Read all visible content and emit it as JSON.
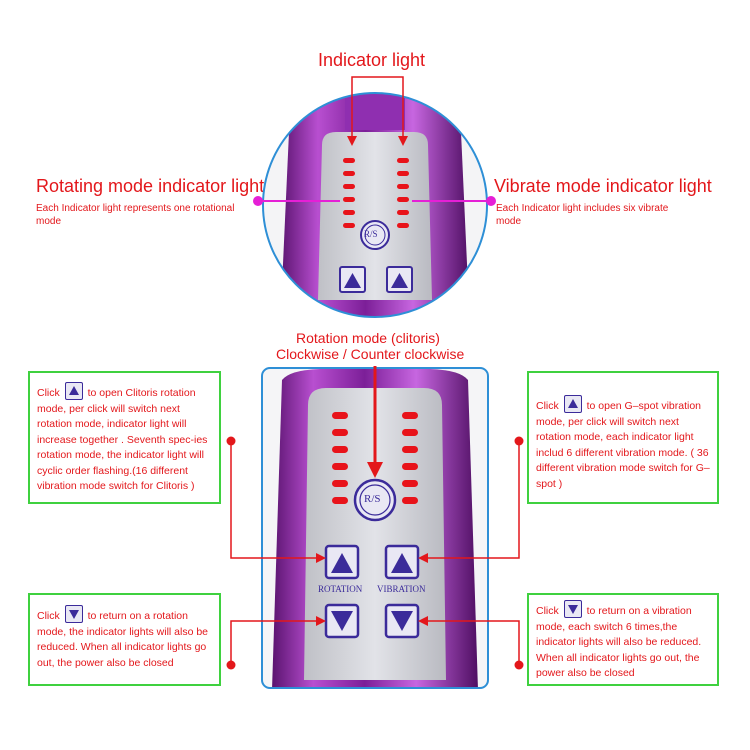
{
  "top": {
    "indicator_light": "Indicator light",
    "rotating_title": "Rotating mode indicator light",
    "rotating_note": "Each Indicator light represents one rotational mode",
    "vibrate_title": "Vibrate mode indicator light",
    "vibrate_note": "Each Indicator light includes six vibrate mode",
    "rs_label": "R/S"
  },
  "middle": {
    "rotation_title_1": "Rotation mode (clitoris)",
    "rotation_title_2": "Clockwise / Counter clockwise",
    "rs_label": "R/S",
    "rotation_label": "ROTATION",
    "vibration_label": "VIBRATION"
  },
  "boxes": {
    "top_left": {
      "pre": "Click",
      "text": "to open Clitoris rotation mode, per click will switch next rotation mode, indicator light will increase together . Seventh spec-ies rotation mode, the indicator light will cyclic order flashing.(16 different vibration mode switch for Clitoris )"
    },
    "top_right": {
      "pre": "Click",
      "text": "to open G–spot vibration mode, per click will switch next rotation mode, each indicator light includ 6 different vibration mode. ( 36 different vibration mode switch for G–spot )"
    },
    "bottom_left": {
      "pre": "Click",
      "text": "to return on a rotation mode, the indicator lights will also be reduced. When all indicator lights go out, the power also be closed"
    },
    "bottom_right": {
      "pre": "Click",
      "text": "to return on a vibration mode, each switch 6 times,the indicator lights will also be reduced. When all indicator lights go out, the power also be closed"
    }
  },
  "colors": {
    "text_red": "#e3171b",
    "box_green": "#3fd13f",
    "frame_blue": "#2e8fd6",
    "purple_body": "#8a2aa8",
    "panel_grey": "#d4d5da",
    "led_red": "#e8131a",
    "button_blue": "#3b2b9a",
    "magenta_marker": "#e51fd6"
  }
}
